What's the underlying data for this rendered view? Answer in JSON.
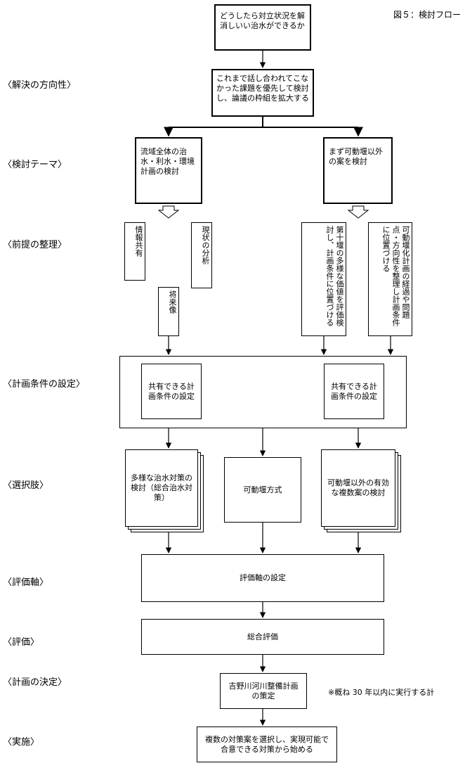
{
  "figure_title": "図５：検討フロー",
  "row_labels": {
    "approach": "〈解決の方向性〉",
    "theme": "〈検討テーマ〉",
    "premise": "〈前提の整理〉",
    "conditions": "〈計画条件の設定〉",
    "options": "〈選択肢〉",
    "axis": "〈評価軸〉",
    "evaluation": "〈評価〉",
    "decision": "〈計画の決定〉",
    "implementation": "〈実施〉"
  },
  "boxes": {
    "question": "どうしたら対立状況を解消しいい治水ができるか",
    "approach": "これまで話し合われてこなかった課題を優先して検討し、論議の枠組を拡大する",
    "theme_left": "流域全体の治水・利水・環境計画の検討",
    "theme_right": "まず可動堰以外の案を検討",
    "premise_info": "情報共有",
    "premise_current": "現状の分析",
    "premise_future": "将来像",
    "premise_tenth": "第十堰の多様な価値を評価検討し、計画条件に位置づける",
    "premise_movable": "可動堰化計画の経過や問題点・方向性を整理し計画条件に位置づける",
    "cond_left": "共有できる計画条件の設定",
    "cond_right": "共有できる計画条件の設定",
    "option_left": "多様な治水対策の検討（総合治水対策）",
    "option_center": "可動堰方式",
    "option_right": "可動堰以外の有効な複数案の検討",
    "axis": "評価軸の設定",
    "evaluation": "総合評価",
    "decision": "吉野川河川整備計画の策定",
    "implementation": "複数の対策案を選択し、実現可能で合意できる対策から始める"
  },
  "note": "※概ね 30 年以内に実行する計"
}
